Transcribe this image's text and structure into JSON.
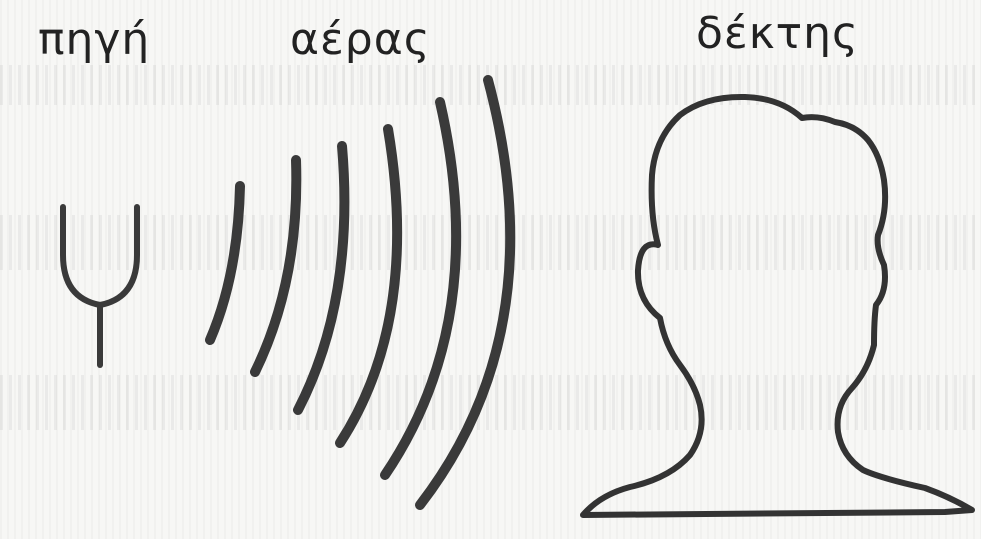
{
  "labels": {
    "source": "πηγή",
    "medium": "αέρας",
    "receiver": "δέκτης"
  },
  "icons": {
    "source": "tuning-fork-icon",
    "waves": "sound-waves-icon",
    "receiver": "human-head-icon"
  },
  "colors": {
    "ink": "#3a3a3a",
    "background": "#f7f7f5"
  }
}
